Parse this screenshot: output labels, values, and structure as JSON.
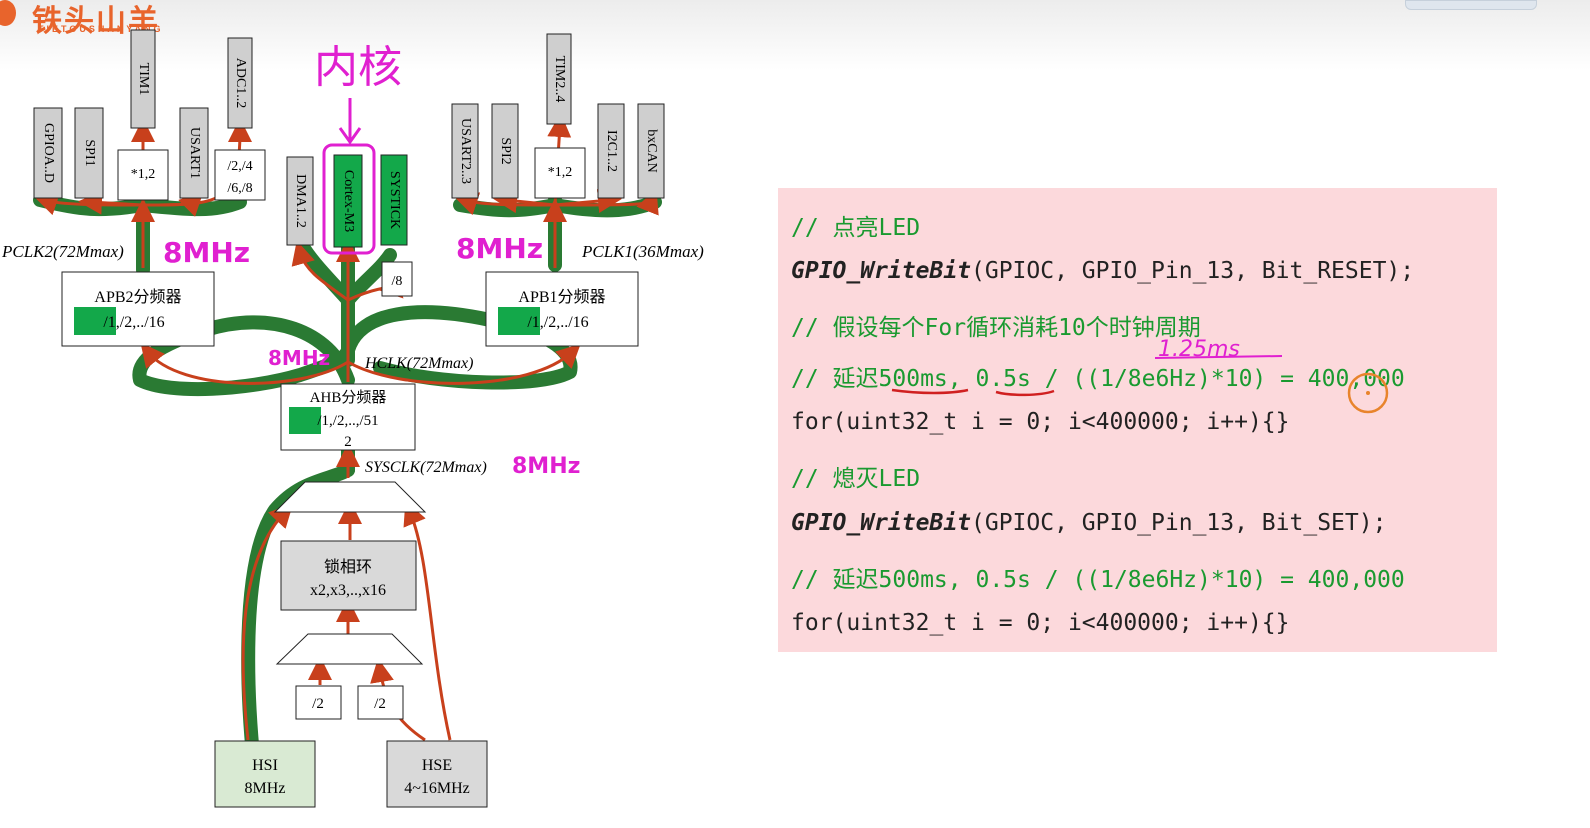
{
  "brand": {
    "name_cn": "铁头山羊",
    "name_en": "TIETOUSHANYANG"
  },
  "diagram": {
    "annotation_core": "内核",
    "peripherals_left": [
      "GPIOA..D",
      "SPI1",
      "TIM1",
      "USART1",
      "ADC1..2"
    ],
    "peripherals_right": [
      "USART2..3",
      "SPI2",
      "TIM2..4",
      "I2C1..2",
      "bxCAN"
    ],
    "core_blocks": [
      "DMA1..2",
      "Cortex-M3",
      "SYSTICK"
    ],
    "mult_left": "*1,2",
    "mult_right": "*1,2",
    "adc_div": [
      "/2,/4",
      "/6,/8"
    ],
    "systick_div": "/8",
    "apb2": {
      "title": "APB2分频器",
      "opts": "/1,/2,../16"
    },
    "apb1": {
      "title": "APB1分频器",
      "opts": "/1,/2,../16"
    },
    "ahb": {
      "title": "AHB分频器",
      "opts1": "/1,/2,..,/51",
      "opts2": "2"
    },
    "pll": {
      "title": "锁相环",
      "opts": "x2,x3,..,x16"
    },
    "div_left": "/2",
    "div_right": "/2",
    "hsi": {
      "name": "HSI",
      "freq": "8MHz"
    },
    "hse": {
      "name": "HSE",
      "freq": "4~16MHz"
    },
    "pclk2": "PCLK2(72Mmax)",
    "pclk1": "PCLK1(36Mmax)",
    "hclk": "HCLK(72Mmax)",
    "sysclk": "SYSCLK(72Mmax)",
    "hw_8mhz_apb2": "8MHz",
    "hw_8mhz_apb1": "8MHz",
    "hw_8mhz_hclk": "8MHz",
    "hw_8mhz_sysclk": "8MHz",
    "hw_125ms": "1.25ms",
    "colors": {
      "green_path": "#2a7a33",
      "red_arrow": "#c8401c",
      "magenta": "#e020d0",
      "green_box": "#13a84a"
    }
  },
  "code": {
    "l1": "// 点亮LED",
    "l2_fn": "GPIO_WriteBit",
    "l2_args": "(GPIOC, GPIO_Pin_13, Bit_RESET);",
    "l3": "// 假设每个For循环消耗10个时钟周期",
    "l4": "// 延迟500ms, 0.5s / ((1/8e6Hz)*10) = 400,000",
    "l5": "for(uint32_t i = 0; i<400000; i++){}",
    "l6": "// 熄灭LED",
    "l7_fn": "GPIO_WriteBit",
    "l7_args": "(GPIOC, GPIO_Pin_13, Bit_SET);",
    "l8": "// 延迟500ms, 0.5s / ((1/8e6Hz)*10) = 400,000",
    "l9": "for(uint32_t i = 0; i<400000; i++){}"
  }
}
